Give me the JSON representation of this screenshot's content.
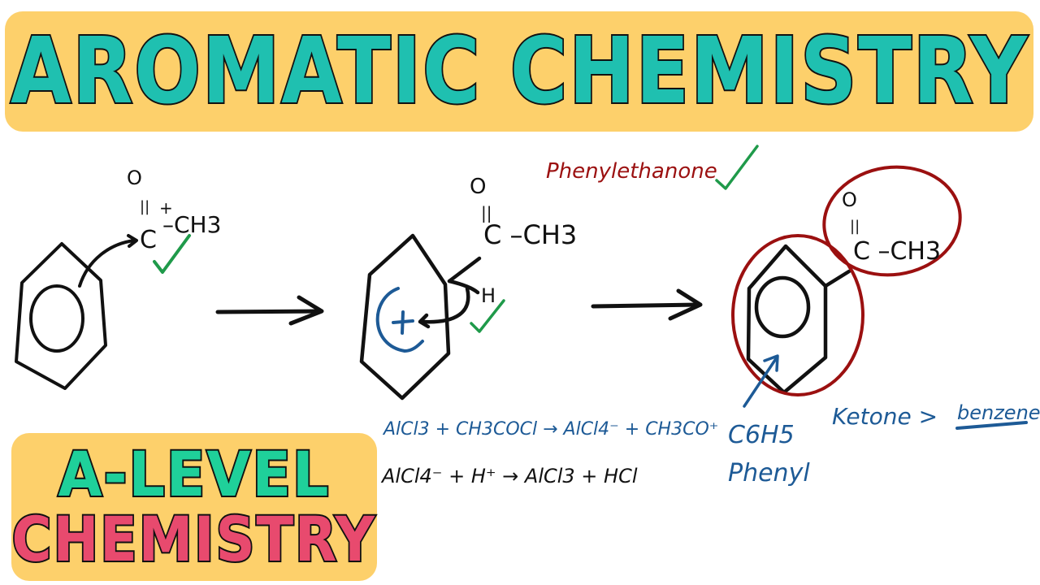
{
  "header": {
    "title": "AROMATIC CHEMISTRY"
  },
  "badge": {
    "line1": "A-LEVEL",
    "line2": "CHEMISTRY"
  },
  "colors": {
    "banner_bg": "#fdd06b",
    "title_fill": "#1fc0b0",
    "level_fill": "#1fd09a",
    "chemistry_fill": "#e84a6e",
    "ink_black": "#111111",
    "ink_blue": "#1d5a96",
    "ink_red": "#9b1010",
    "ink_green": "#1f9a4a"
  },
  "diagram": {
    "step1": {
      "electrophile": {
        "oxygen": "O",
        "double_bond": "||",
        "charge": "+",
        "carbon": "C",
        "methyl": "–CH3"
      }
    },
    "step2": {
      "oxygen": "O",
      "double_bond": "||",
      "acyl": "C –CH3",
      "hydrogen": "H",
      "carbocation": "+"
    },
    "step3": {
      "oxygen": "O",
      "double_bond": "||",
      "acyl": "C –CH3"
    },
    "annotations": {
      "product_name": "Phenylethanone",
      "phenyl_formula": "C6H5",
      "phenyl_label": "Phenyl",
      "naming_rule_left": "Ketone >",
      "naming_rule_right": "benzene"
    },
    "equations": [
      {
        "text": "AlCl3 +  CH3COCl  →  AlCl4⁻  +  CH3CO⁺",
        "color": "blue"
      },
      {
        "text": "AlCl4⁻  +  H⁺  →  AlCl3  +  HCl",
        "color": "black"
      }
    ]
  }
}
